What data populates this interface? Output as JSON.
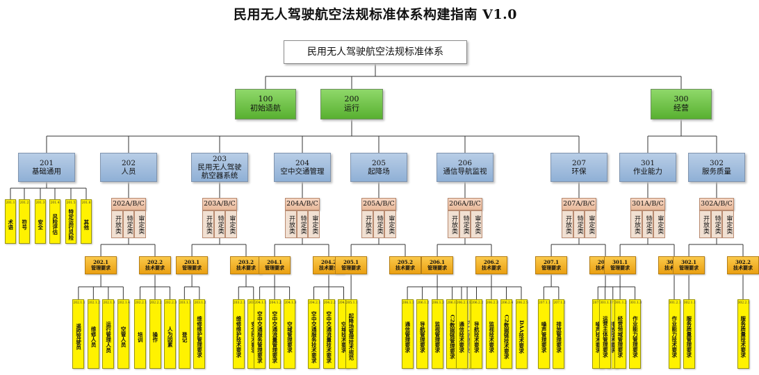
{
  "title": "民用无人驾驶航空法规标准体系构建指南 V1.0",
  "root": "民用无人驾驶航空法规标准体系",
  "level1": [
    {
      "code": "100",
      "name": "初始适航"
    },
    {
      "code": "200",
      "name": "运行"
    },
    {
      "code": "300",
      "name": "经营"
    }
  ],
  "level2": [
    {
      "code": "201",
      "name": "基础通用"
    },
    {
      "code": "202",
      "name": "人员"
    },
    {
      "code": "203",
      "name": "民用无人驾驶 航空器系统"
    },
    {
      "code": "204",
      "name": "空中交通管理"
    },
    {
      "code": "205",
      "name": "起降场"
    },
    {
      "code": "206",
      "name": "通信导航监视"
    },
    {
      "code": "207",
      "name": "环保"
    },
    {
      "code": "301",
      "name": "作业能力"
    },
    {
      "code": "302",
      "name": "服务质量"
    }
  ],
  "level3": [
    {
      "code": "202A/B/C",
      "subs": [
        "开放类",
        "特定类",
        "审定类"
      ]
    },
    {
      "code": "203A/B/C",
      "subs": [
        "开放类",
        "特定类",
        "审定类"
      ]
    },
    {
      "code": "204A/B/C",
      "subs": [
        "开放类",
        "特定类",
        "审定类"
      ]
    },
    {
      "code": "205A/B/C",
      "subs": [
        "开放类",
        "特定类",
        "审定类"
      ]
    },
    {
      "code": "206A/B/C",
      "subs": [
        "开放类",
        "特定类",
        "审定类"
      ]
    },
    {
      "code": "207A/B/C",
      "subs": [
        "开放类",
        "特定类",
        "审定类"
      ]
    },
    {
      "code": "301A/B/C",
      "subs": [
        "开放类",
        "特定类",
        "审定类"
      ]
    },
    {
      "code": "302A/B/C",
      "subs": [
        "开放类",
        "特定类",
        "审定类"
      ]
    }
  ],
  "base_leaves": [
    {
      "code": "201.1",
      "name": "术语"
    },
    {
      "code": "201.2",
      "name": "符号"
    },
    {
      "code": "201.3",
      "name": "安全"
    },
    {
      "code": "201.4",
      "name": "风险评估"
    },
    {
      "code": "201.5",
      "name": "特定运行风险"
    },
    {
      "code": "201.6",
      "name": "其他"
    }
  ],
  "level4": [
    {
      "code": "202.1",
      "name": "管理要求"
    },
    {
      "code": "202.2",
      "name": "技术要求"
    },
    {
      "code": "203.1",
      "name": "管理要求"
    },
    {
      "code": "203.2",
      "name": "技术要求"
    },
    {
      "code": "204.1",
      "name": "管理要求"
    },
    {
      "code": "204.2",
      "name": "技术要求"
    },
    {
      "code": "205.1",
      "name": "管理要求"
    },
    {
      "code": "205.2",
      "name": "技术要求"
    },
    {
      "code": "206.1",
      "name": "管理要求"
    },
    {
      "code": "206.2",
      "name": "技术要求"
    },
    {
      "code": "207.1",
      "name": "管理要求"
    },
    {
      "code": "207.2",
      "name": "技术要求"
    },
    {
      "code": "301.1",
      "name": "管理要求"
    },
    {
      "code": "301.2",
      "name": "技术要求"
    },
    {
      "code": "302.1",
      "name": "管理要求"
    },
    {
      "code": "302.2",
      "name": "技术要求"
    }
  ],
  "leaves": [
    {
      "code": "202.1.1",
      "name": "遥控驾驶员"
    },
    {
      "code": "202.1.2",
      "name": "维修人员"
    },
    {
      "code": "202.1.3",
      "name": "运行管理人员"
    },
    {
      "code": "202.1.4",
      "name": "空管人员"
    },
    {
      "code": "202.2.1",
      "name": "培训"
    },
    {
      "code": "202.2.2",
      "name": "操作"
    },
    {
      "code": "202.2.3",
      "name": "人为因素"
    },
    {
      "code": "203.1.1",
      "name": "登记"
    },
    {
      "code": "203.1.2",
      "name": "维修维护管理要求"
    },
    {
      "code": "203.2.1",
      "name": "维修维护技术要求"
    },
    {
      "code": "203.2.2",
      "name": "安全技术要求"
    },
    {
      "code": "204.1.1",
      "name": "空中交通服务管理要求"
    },
    {
      "code": "204.1.2",
      "name": "空中交通流量管理要求"
    },
    {
      "code": "204.1.3",
      "name": "空域管理要求"
    },
    {
      "code": "204.2.1",
      "name": "空中交通服务技术要求"
    },
    {
      "code": "204.2.2",
      "name": "空中交通流量技术要求"
    },
    {
      "code": "204.2.3",
      "name": "空域技术要求"
    },
    {
      "code": "205.1.1",
      "name": "起降场管理技术规范"
    },
    {
      "code": "206.1.1",
      "name": "通信管理要求"
    },
    {
      "code": "206.1.2",
      "name": "导航管理要求"
    },
    {
      "code": "206.1.3",
      "name": "监视管理要求"
    },
    {
      "code": "206.1.4",
      "name": "C2数据链管理要求"
    },
    {
      "code": "206.1.5",
      "name": "DAA管理要求"
    },
    {
      "code": "206.2.1",
      "name": "通信技术要求"
    },
    {
      "code": "206.2.2",
      "name": "导航技术要求"
    },
    {
      "code": "206.2.3",
      "name": "监视技术要求"
    },
    {
      "code": "206.2.4",
      "name": "C2数据链技术要求"
    },
    {
      "code": "206.2.5",
      "name": "DAA技术要求"
    },
    {
      "code": "207.1.1",
      "name": "噪声管理要求"
    },
    {
      "code": "207.1.2",
      "name": "排放管理要求"
    },
    {
      "code": "207.2.1",
      "name": "噪声技术要求"
    },
    {
      "code": "207.2.2",
      "name": "排放技术要求"
    },
    {
      "code": "301.1.1",
      "name": "运营主体管理要求"
    },
    {
      "code": "301.1.2",
      "name": "经营领域管理要求"
    },
    {
      "code": "301.1.3",
      "name": "作业能力管理要求"
    },
    {
      "code": "301.2.1",
      "name": "作业能力技术要求"
    },
    {
      "code": "302.1.1",
      "name": "服务质量管理要求"
    },
    {
      "code": "302.2.1",
      "name": "服务质量技术要求"
    }
  ]
}
